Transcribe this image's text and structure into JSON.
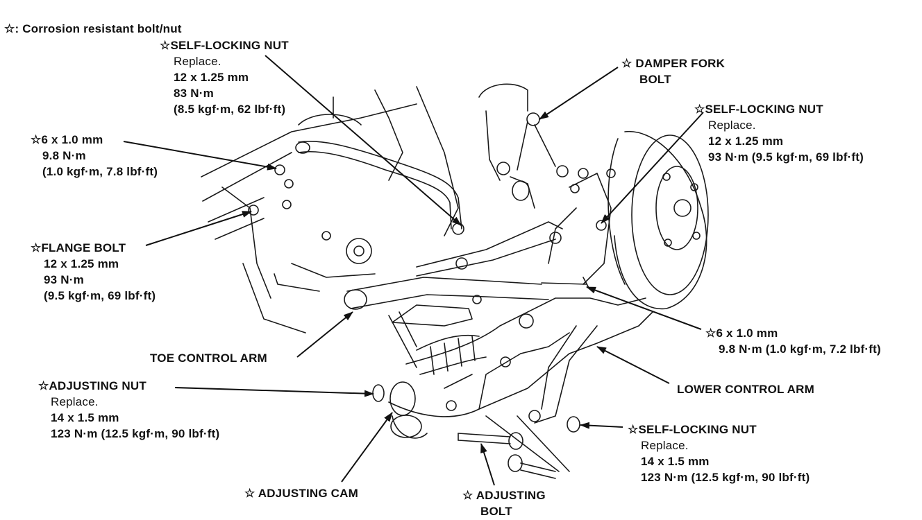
{
  "legend": {
    "text": "☆: Corrosion resistant bolt/nut"
  },
  "callouts": {
    "self_locking_nut_top": {
      "lines": [
        "☆SELF-LOCKING NUT",
        "Replace.",
        "12 x 1.25 mm",
        "83 N·m",
        "(8.5 kgf·m, 62 lbf·ft)"
      ]
    },
    "damper_fork_bolt": {
      "lines": [
        "☆  DAMPER FORK",
        "BOLT"
      ]
    },
    "self_locking_nut_right": {
      "lines": [
        "☆SELF-LOCKING NUT",
        "Replace.",
        "12 x 1.25 mm",
        "93 N·m (9.5 kgf·m, 69 lbf·ft)"
      ]
    },
    "bolt_6x1_left": {
      "lines": [
        "☆6 x 1.0 mm",
        "9.8 N·m",
        "(1.0 kgf·m, 7.8 lbf·ft)"
      ]
    },
    "flange_bolt": {
      "lines": [
        "☆FLANGE BOLT",
        "12 x 1.25 mm",
        "93 N·m",
        "(9.5 kgf·m, 69 lbf·ft)"
      ]
    },
    "bolt_6x1_right": {
      "lines": [
        "☆6 x 1.0 mm",
        "9.8 N·m (1.0 kgf·m, 7.2 lbf·ft)"
      ]
    },
    "toe_control_arm": {
      "lines": [
        "TOE CONTROL ARM"
      ]
    },
    "lower_control_arm": {
      "lines": [
        "LOWER CONTROL ARM"
      ]
    },
    "adjusting_nut": {
      "lines": [
        "☆ADJUSTING NUT",
        "Replace.",
        "14 x 1.5 mm",
        "123 N·m (12.5 kgf·m, 90 lbf·ft)"
      ]
    },
    "self_locking_nut_bottom": {
      "lines": [
        "☆SELF-LOCKING NUT",
        "Replace.",
        "14 x 1.5 mm",
        "123 N·m (12.5 kgf·m, 90 lbf·ft)"
      ]
    },
    "adjusting_cam": {
      "lines": [
        "☆  ADJUSTING CAM"
      ]
    },
    "adjusting_bolt": {
      "lines": [
        "☆  ADJUSTING",
        "BOLT"
      ]
    }
  }
}
